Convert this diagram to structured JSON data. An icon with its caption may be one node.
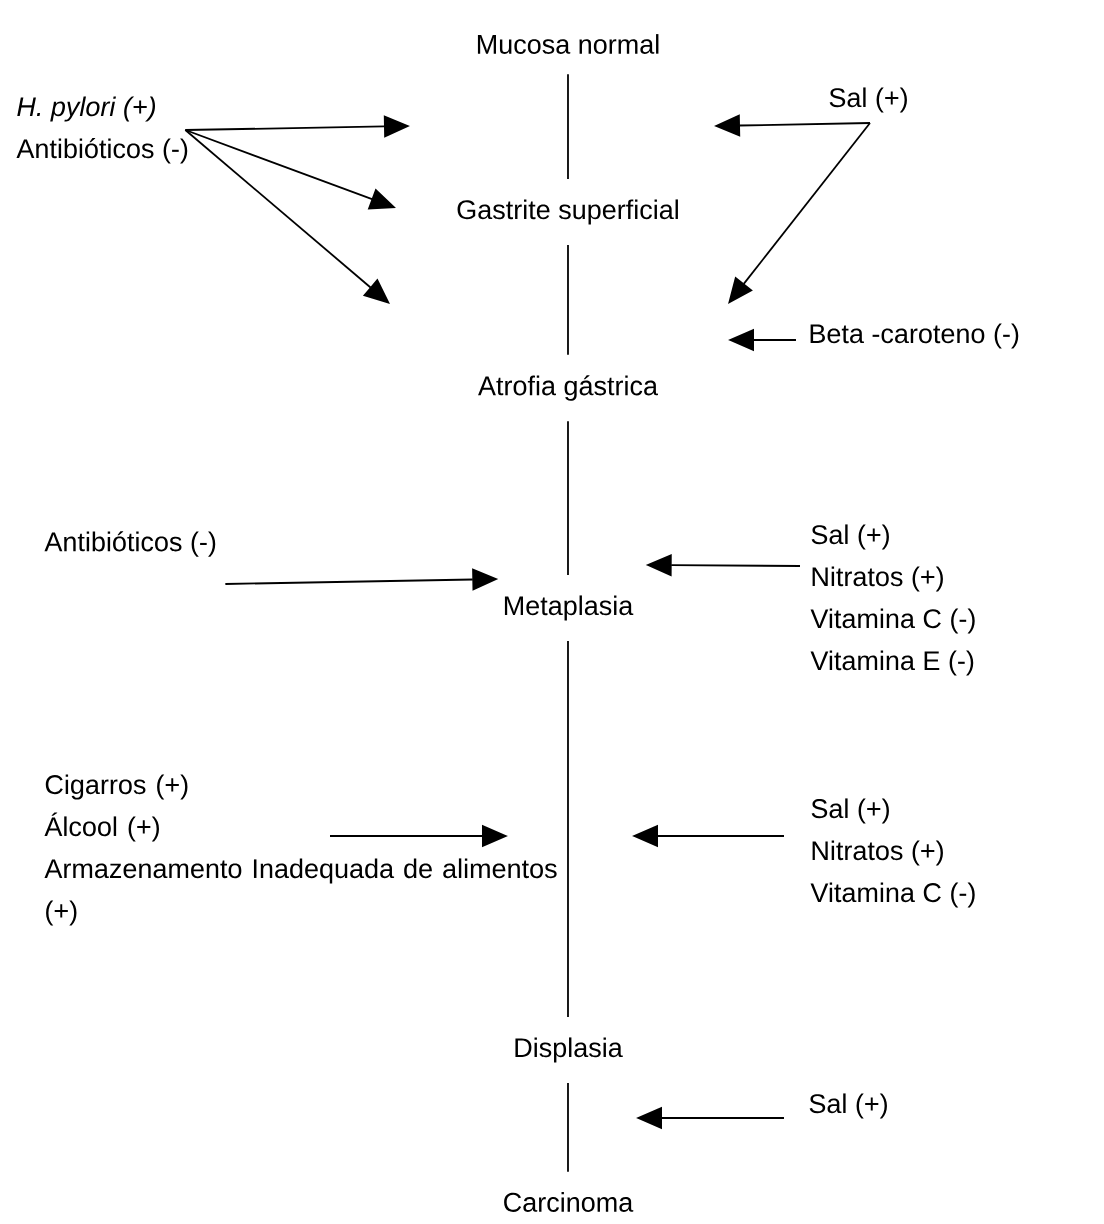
{
  "diagram": {
    "nodes": [
      {
        "text": [
          "Mucosa normal"
        ]
      },
      {
        "text": [
          "Gastrite superficial"
        ]
      },
      {
        "text": [
          "Atrofia gástrica"
        ]
      },
      {
        "text": [
          "Metaplasia"
        ]
      },
      {
        "text": [
          "Displasia"
        ]
      },
      {
        "text": [
          "Carcinoma"
        ]
      },
      {
        "text": [
          "*H. pylori (+)*",
          "Antibióticos (-)"
        ]
      },
      {
        "text": [
          "Sal (+)"
        ]
      },
      {
        "text": [
          "Beta -caroteno (-)"
        ]
      },
      {
        "text": [
          "Antibióticos (-)"
        ]
      },
      {
        "text": [
          "Sal (+)",
          "Nitratos (+)",
          "Vitamina C (-)",
          "Vitamina E (-)"
        ]
      },
      {
        "text": [
          "Cigarros (+)",
          "Álcool (+)",
          "Armazenamento Inadequada de alimentos (+)"
        ]
      },
      {
        "text": [
          "Sal (+)",
          "Nitratos (+)",
          "Vitamina C (-)"
        ]
      },
      {
        "text": [
          "Sal (+)"
        ]
      }
    ],
    "edges": [
      {
        "from": 0,
        "to": 1,
        "arrow": "none"
      },
      {
        "from": 1,
        "to": 2,
        "arrow": "none"
      },
      {
        "from": 2,
        "to": 3,
        "arrow": "none"
      },
      {
        "from": 3,
        "to": 4,
        "arrow": "none"
      },
      {
        "from": 4,
        "to": 5,
        "arrow": "none"
      },
      {
        "from": 6,
        "to": null,
        "arrow": "to"
      },
      {
        "from": 6,
        "to": null,
        "arrow": "to"
      },
      {
        "from": 6,
        "to": null,
        "arrow": "to"
      },
      {
        "from": 7,
        "to": null,
        "arrow": "to"
      },
      {
        "from": 7,
        "to": null,
        "arrow": "to"
      },
      {
        "from": 8,
        "to": null,
        "arrow": "to"
      },
      {
        "from": 9,
        "to": 3,
        "arrow": "to"
      },
      {
        "from": 10,
        "to": 3,
        "arrow": "to"
      },
      {
        "from": 11,
        "to": null,
        "arrow": "to"
      },
      {
        "from": 12,
        "to": null,
        "arrow": "to"
      },
      {
        "from": 13,
        "to": null,
        "arrow": "to"
      }
    ]
  }
}
